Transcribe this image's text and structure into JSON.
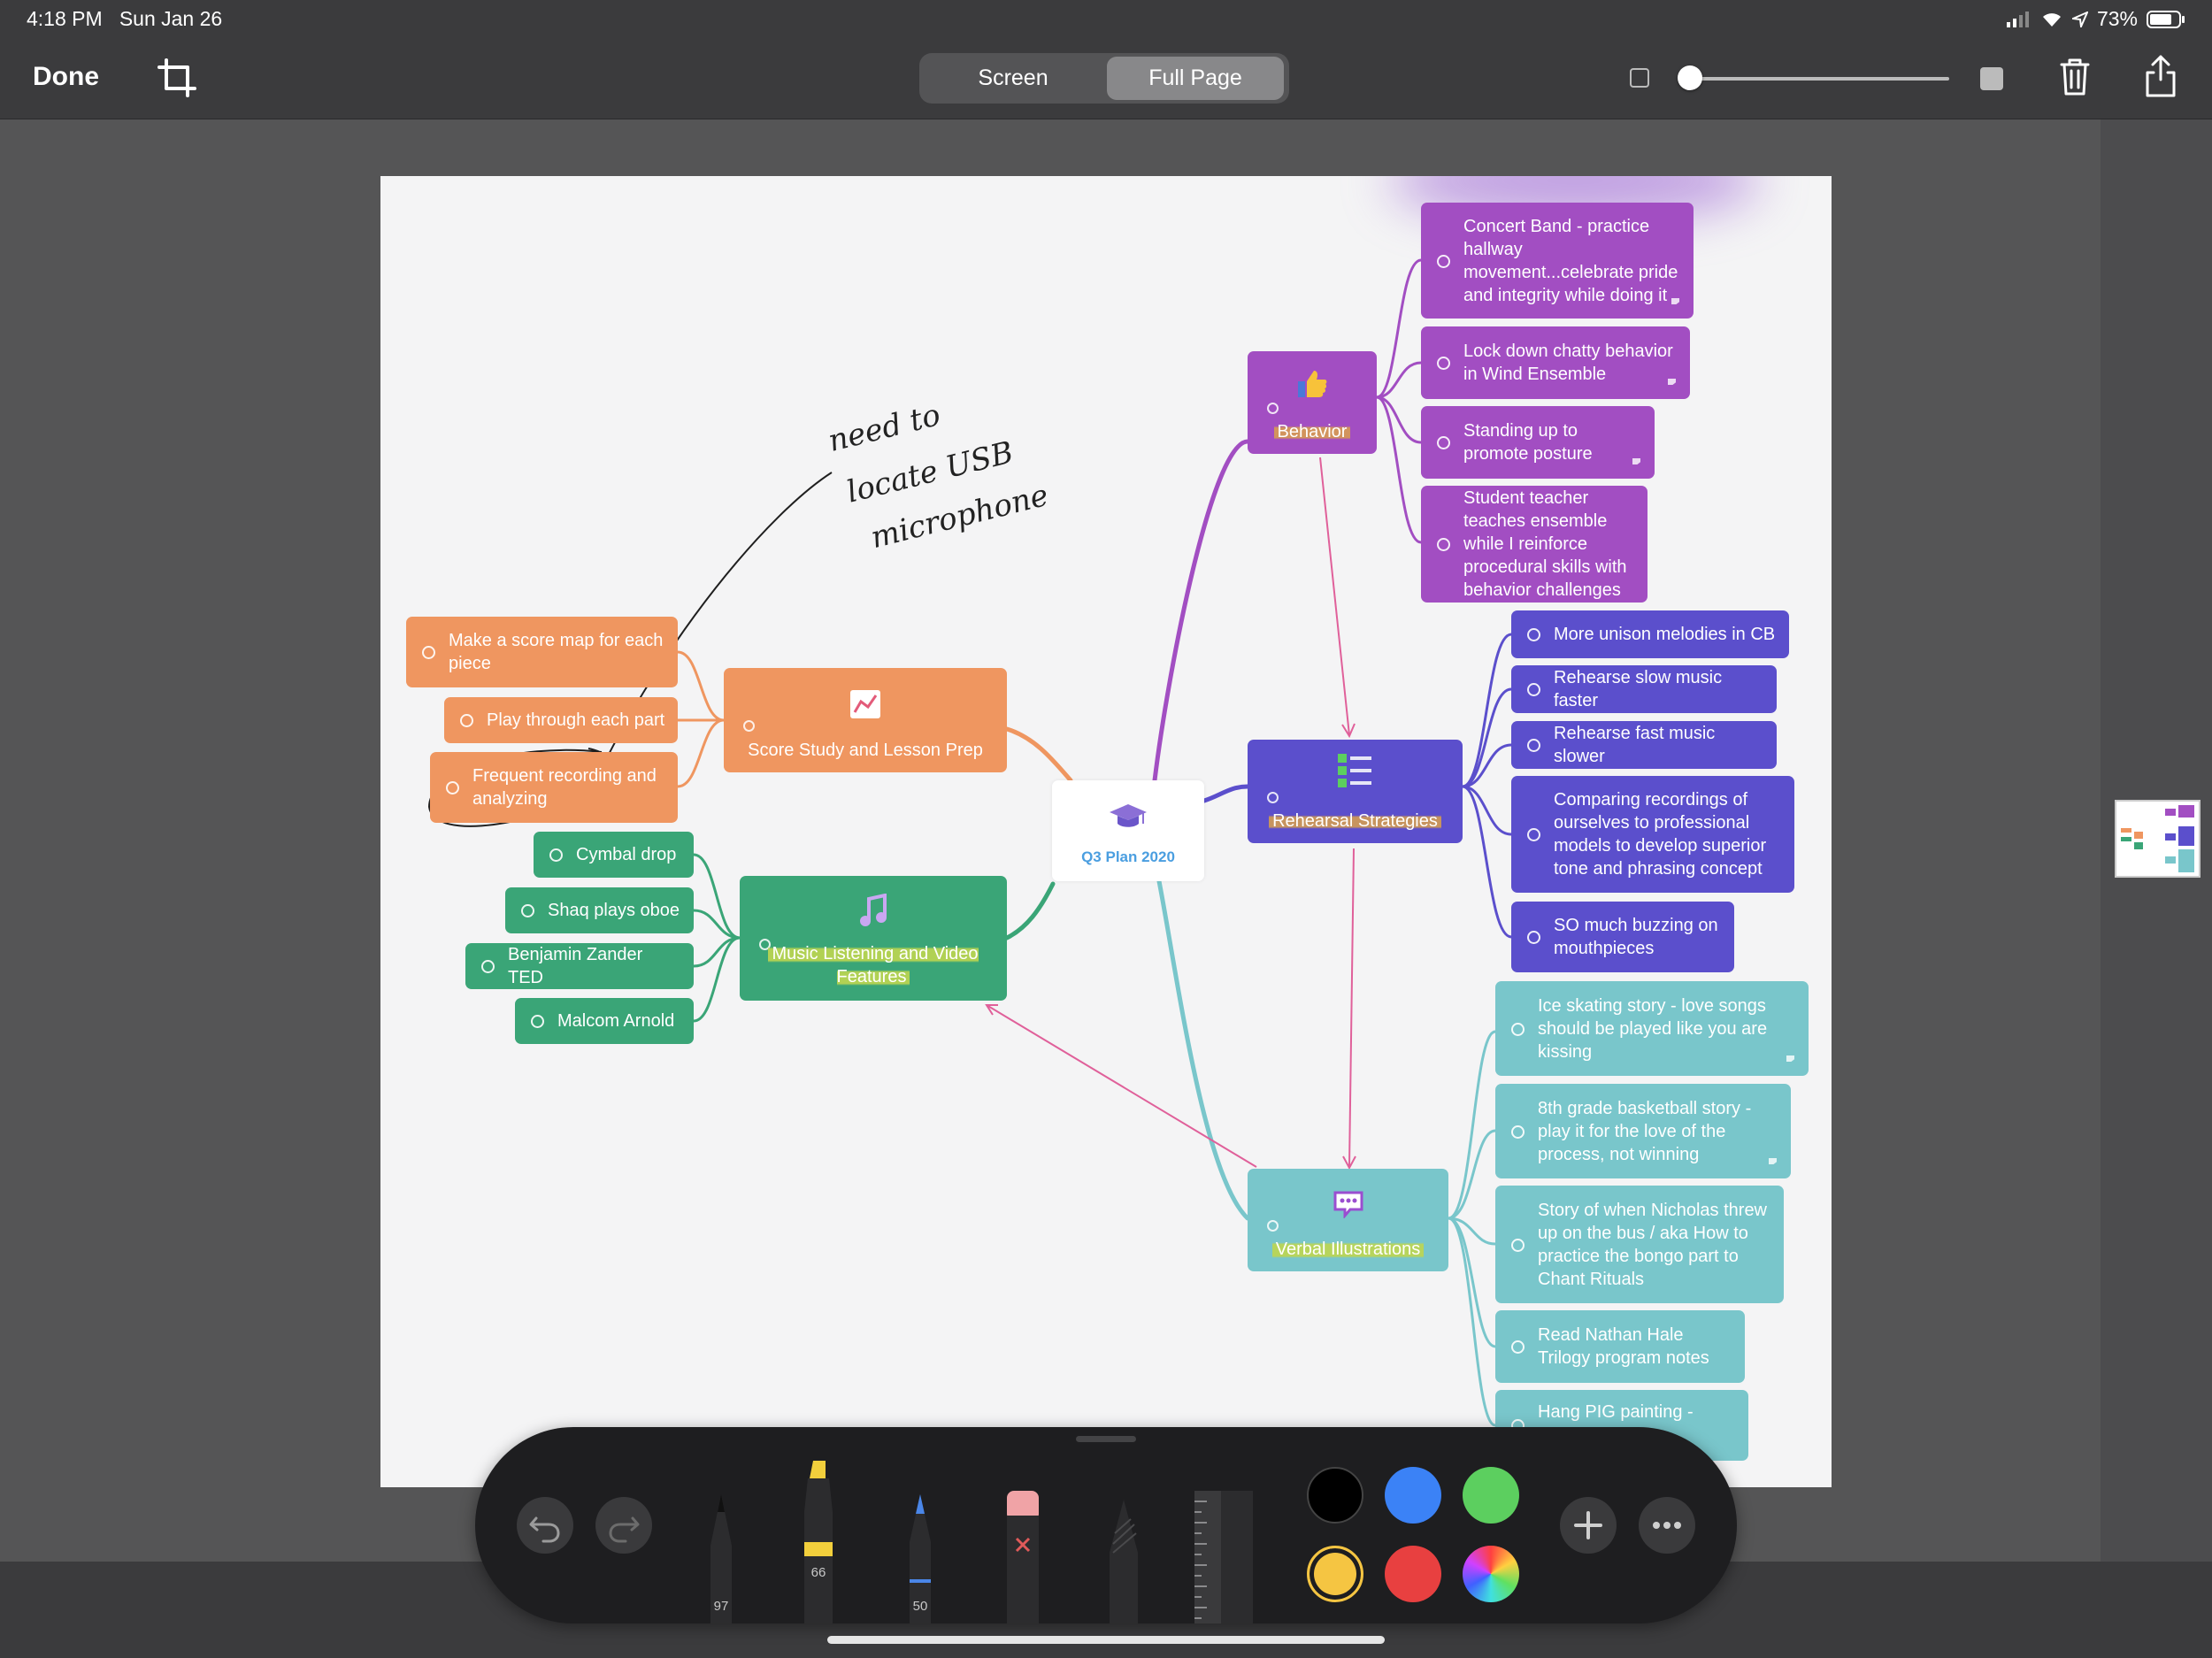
{
  "status": {
    "time": "4:18 PM",
    "date": "Sun Jan 26",
    "battery": "73%"
  },
  "top": {
    "done": "Done",
    "tabs": [
      "Screen",
      "Full Page"
    ],
    "active_tab": "Full Page",
    "opacity_slider_value": 0
  },
  "map": {
    "central": "Q3 Plan 2020",
    "topics": {
      "score": "Score Study and Lesson Prep",
      "music": "Music Listening and Video Features",
      "behavior": "Behavior",
      "rehearsal": "Rehearsal Strategies",
      "verbal": "Verbal Illustrations"
    },
    "score_items": [
      "Make a score map for each piece",
      "Play through each part",
      "Frequent recording and analyzing"
    ],
    "music_items": [
      "Cymbal drop",
      "Shaq plays oboe",
      "Benjamin Zander TED",
      "Malcom Arnold"
    ],
    "behavior_items": [
      "Concert Band - practice hallway movement...celebrate pride and integrity while doing it",
      "Lock down chatty behavior in Wind Ensemble",
      "Standing up to promote posture",
      "Student teacher teaches ensemble while I reinforce procedural skills with behavior challenges"
    ],
    "rehearsal_items": [
      "More unison melodies in CB",
      "Rehearse slow music faster",
      "Rehearse fast music slower",
      "Comparing recordings of ourselves to professional models to develop superior tone and phrasing concept",
      "SO much buzzing on mouthpieces"
    ],
    "verbal_items": [
      "Ice skating story - love songs should be played like you are kissing",
      "8th grade basketball story - play it for the love of the process, not winning",
      "Story of when Nicholas threw up on the bus / aka How to practice the bongo part to Chant Rituals",
      "Read Nathan Hale Trilogy program notes",
      "Hang PIG painting - Pride,"
    ],
    "handwriting": [
      "need to",
      "locate USB",
      "microphone"
    ]
  },
  "toolbar": {
    "pen_widths": {
      "pen": "97",
      "marker": "66",
      "pencil": "50"
    },
    "colors": [
      "#000000",
      "#3b82f6",
      "#5ccf5f",
      "#f5c542",
      "#e84040"
    ],
    "selected_color": "#f5c542"
  },
  "colors": {
    "orange": "#ef9660",
    "green": "#3aa577",
    "purple": "#a24ec2",
    "indigo": "#5b4fcc",
    "teal": "#79c6cb"
  }
}
